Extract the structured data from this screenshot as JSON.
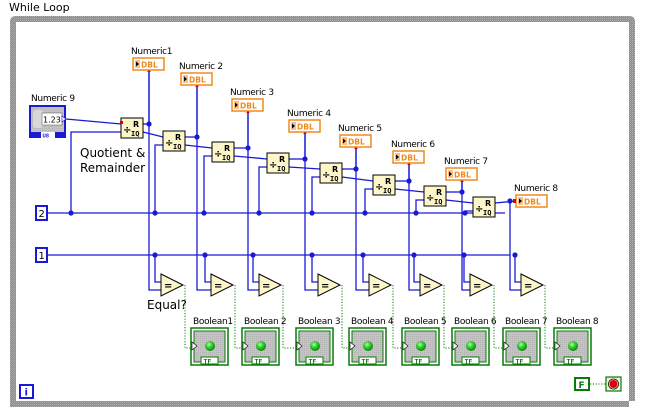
{
  "loop": {
    "title": "While Loop",
    "iteration_terminal": "i",
    "stop_constant": "F",
    "stop_icon": "stop-if-true-icon"
  },
  "input_control": {
    "label": "Numeric 9",
    "display_value": "1.23",
    "type_badge": "U8"
  },
  "constants": {
    "divisor": "2",
    "compare_value": "1"
  },
  "comment": {
    "line1": "Quotient &",
    "line2": "Remainder"
  },
  "compare_label": "Equal?",
  "quotient_node": {
    "top": "R",
    "bottom": "IQ",
    "symbol": "÷"
  },
  "indicator_type": "DBL",
  "numeric_indicators": [
    {
      "label": "Numeric1"
    },
    {
      "label": "Numeric 2"
    },
    {
      "label": "Numeric 3"
    },
    {
      "label": "Numeric 4"
    },
    {
      "label": "Numeric 5"
    },
    {
      "label": "Numeric 6"
    },
    {
      "label": "Numeric 7"
    },
    {
      "label": "Numeric 8"
    }
  ],
  "boolean_type": "TF",
  "boolean_indicators": [
    {
      "label": "Boolean1"
    },
    {
      "label": "Boolean 2"
    },
    {
      "label": "Boolean 3"
    },
    {
      "label": "Boolean 4"
    },
    {
      "label": "Boolean 5"
    },
    {
      "label": "Boolean 6"
    },
    {
      "label": "Boolean 7"
    },
    {
      "label": "Boolean 8"
    }
  ],
  "compare_symbol": "=",
  "colors": {
    "wire_numeric": "#1a1ad6",
    "wire_boolean": "#0a7a0a",
    "indicator_orange": "#f08a1c",
    "node_fill": "#fdf6c8",
    "led_green": "#27c627",
    "stop_red": "#e00000"
  }
}
